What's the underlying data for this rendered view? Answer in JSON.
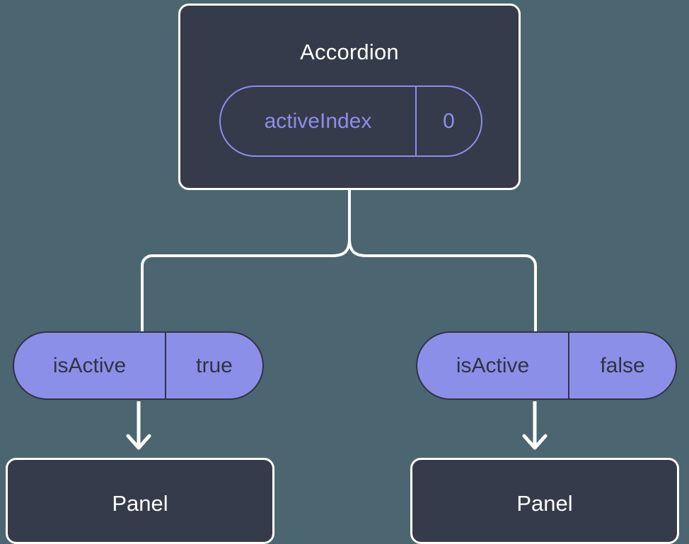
{
  "diagram": {
    "background_color": "#4b6670",
    "card_fill": "#353b4a",
    "card_border": "#ffffff",
    "accent_color": "#8b8fe8",
    "pill_text_color": "#2f3442",
    "parent": {
      "title": "Accordion",
      "prop": {
        "key": "activeIndex",
        "value": "0"
      }
    },
    "children": [
      {
        "prop": {
          "key": "isActive",
          "value": "true"
        },
        "title": "Panel"
      },
      {
        "prop": {
          "key": "isActive",
          "value": "false"
        },
        "title": "Panel"
      }
    ]
  }
}
